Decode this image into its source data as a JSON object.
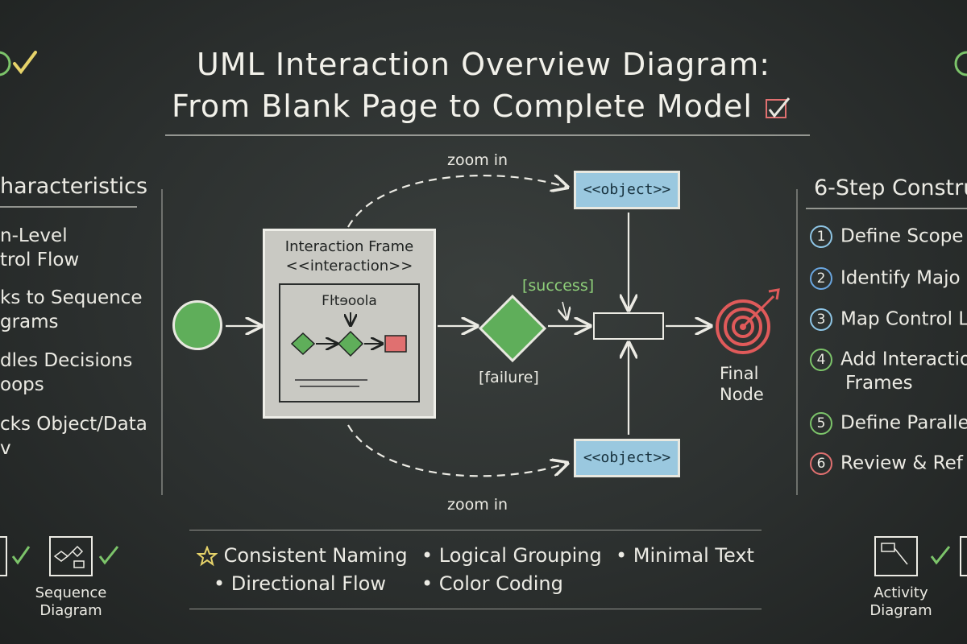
{
  "title": {
    "line1": "UML Interaction Overview Diagram:",
    "line2": "From Blank Page to Complete Model"
  },
  "left_panel": {
    "heading": "haracteristics",
    "items": [
      "n-Level\ntrol Flow",
      "ks to Sequence\ngrams",
      "dles Decisions\noops",
      "cks Object/Data\nv"
    ]
  },
  "right_panel": {
    "heading": "6-Step Constru",
    "steps": [
      {
        "num": "1",
        "label": "Define Scope",
        "color": "#8fc6e6"
      },
      {
        "num": "2",
        "label": "Identify Majo",
        "color": "#6aa6e0"
      },
      {
        "num": "3",
        "label": "Map Control L",
        "color": "#8fc6e6"
      },
      {
        "num": "4",
        "label": "Add Interactio",
        "label2": "Frames",
        "color": "#7cc46a"
      },
      {
        "num": "5",
        "label": "Define Paralle",
        "color": "#7cc46a"
      },
      {
        "num": "6",
        "label": "Review & Ref",
        "color": "#e07070"
      }
    ]
  },
  "diagram": {
    "frame_title": "Interaction Frame",
    "frame_stereotype": "<<interaction>>",
    "inner_label": "Fŀtɘoola",
    "zoom_top": "zoom in",
    "zoom_bottom": "zoom in",
    "object_top": "<<object>>",
    "object_bottom": "<<object>>",
    "success": "[success]",
    "failure": "[failure]",
    "final_line1": "Final",
    "final_line2": "Node",
    "colors": {
      "green": "#5fae5a",
      "blue": "#9ac8df",
      "red": "#e05a5a",
      "success": "#8fd07a"
    }
  },
  "footer": {
    "items": [
      "Consistent Naming",
      "• Logical Grouping",
      "• Minimal Text",
      "• Directional Flow",
      "• Color Coding"
    ],
    "left_caption": [
      "Sequence",
      "Diagram"
    ],
    "right_caption": [
      "Activity",
      "Diagram"
    ]
  }
}
